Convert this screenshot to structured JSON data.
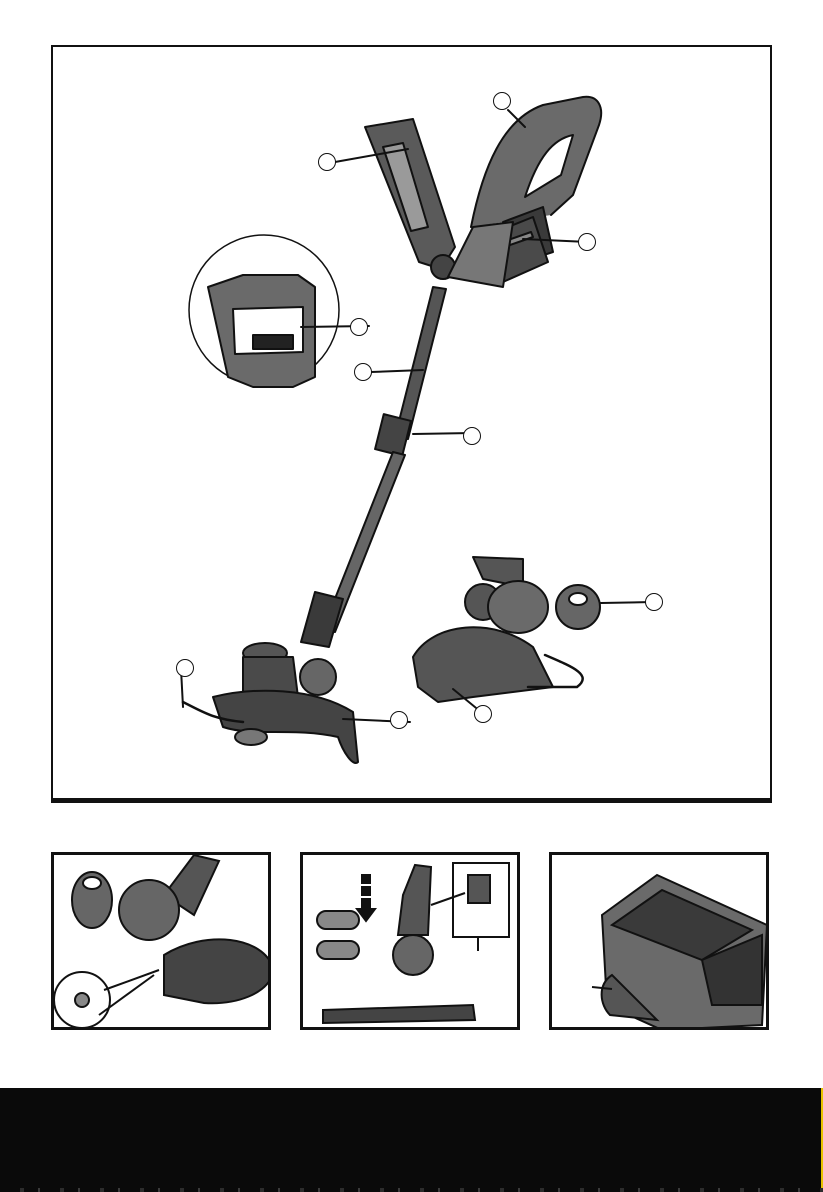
{
  "page": {
    "background": "#ffffff",
    "ink": "#111111",
    "footer_color": "#0a0a0a",
    "footer_accent": "#e6c200"
  },
  "main_figure": {
    "callouts": [
      {
        "id": "callout-handle",
        "icon": "empty-circle"
      },
      {
        "id": "callout-aux-handle",
        "icon": "empty-circle"
      },
      {
        "id": "callout-battery",
        "icon": "empty-circle"
      },
      {
        "id": "callout-handle-detail",
        "icon": "empty-circle"
      },
      {
        "id": "callout-shaft",
        "icon": "empty-circle"
      },
      {
        "id": "callout-collar",
        "icon": "empty-circle"
      },
      {
        "id": "callout-guard",
        "icon": "empty-circle"
      },
      {
        "id": "callout-edge-guide",
        "icon": "empty-circle"
      },
      {
        "id": "callout-spool-cap",
        "icon": "empty-circle"
      },
      {
        "id": "callout-line-cutter",
        "icon": "empty-circle"
      }
    ]
  },
  "panels": [
    {
      "id": "panel-guard-fitting",
      "icon": "guard-assembly"
    },
    {
      "id": "panel-guard-slide",
      "icon": "guard-slide-arrow"
    },
    {
      "id": "panel-charger",
      "icon": "charger"
    }
  ],
  "footer": {
    "text": ""
  }
}
